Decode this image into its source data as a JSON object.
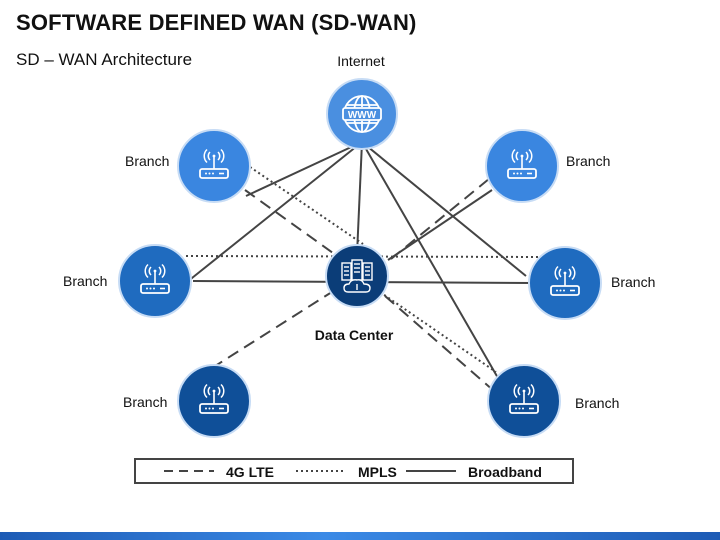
{
  "title": "SOFTWARE DEFINED WAN (SD-WAN)",
  "subtitle": "SD – WAN Architecture",
  "nodes": {
    "internet": {
      "label": "Internet",
      "icon": "globe-www-icon",
      "color": "#4a8fe0"
    },
    "datacenter": {
      "label": "Data Center",
      "icon": "server-cloud-icon",
      "color": "#0b3d78"
    },
    "branches": [
      {
        "label": "Branch",
        "icon": "wifi-router-icon",
        "color": "#3a86e0"
      },
      {
        "label": "Branch",
        "icon": "wifi-router-icon",
        "color": "#3a86e0"
      },
      {
        "label": "Branch",
        "icon": "wifi-router-icon",
        "color": "#1f6bbf"
      },
      {
        "label": "Branch",
        "icon": "wifi-router-icon",
        "color": "#1f6bbf"
      },
      {
        "label": "Branch",
        "icon": "wifi-router-icon",
        "color": "#0f4f98"
      },
      {
        "label": "Branch",
        "icon": "wifi-router-icon",
        "color": "#0f4f98"
      }
    ]
  },
  "legend": {
    "lte_label": "4G LTE",
    "mpls_label": "MPLS",
    "broadband_label": "Broadband"
  },
  "colors": {
    "line": "#444444",
    "accent": "#1d5bb5"
  }
}
